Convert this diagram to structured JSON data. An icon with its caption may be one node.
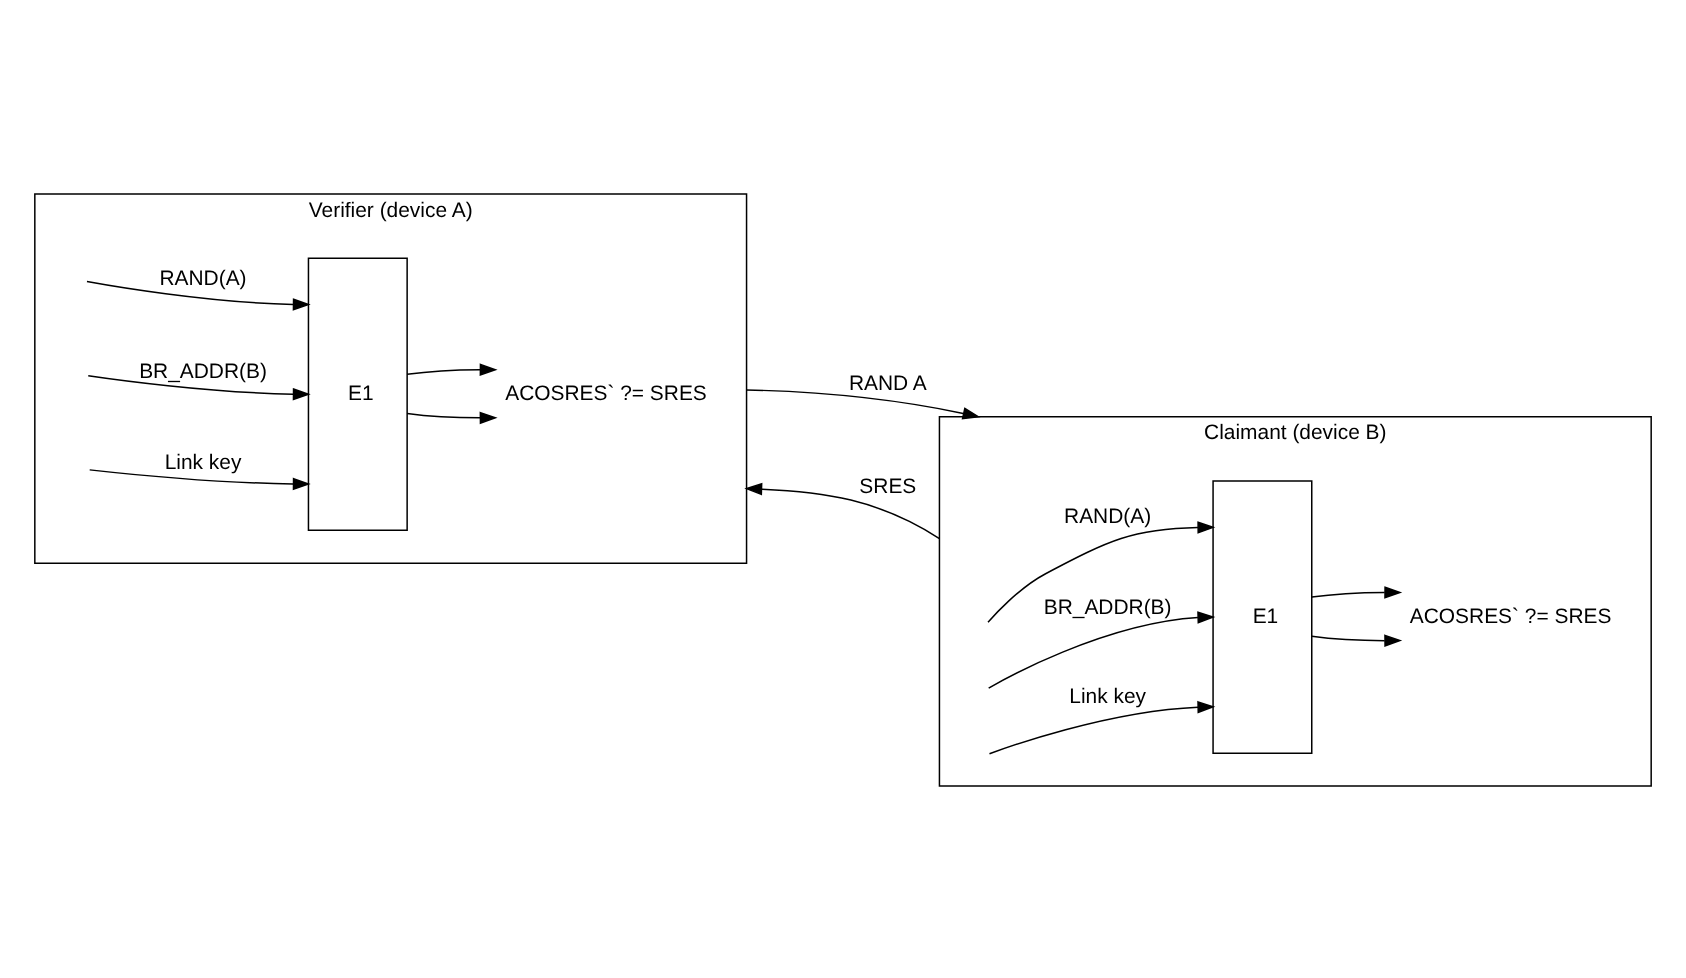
{
  "diagram": {
    "nodes": [
      {
        "text": [
          "Verifier (device A)"
        ]
      },
      {
        "text": [
          "E1"
        ],
        "in": 0
      },
      {
        "text": [
          "ACOSRES` ?= SRES"
        ],
        "in": 0
      },
      {
        "text": [
          "Claimant (device B)"
        ]
      },
      {
        "text": [
          "E1"
        ],
        "in": 3
      },
      {
        "text": [
          "ACOSRES` ?= SRES"
        ],
        "in": 3
      }
    ],
    "edges": [
      {
        "from": null,
        "to": 1,
        "arrow": "to",
        "label": "RAND(A)"
      },
      {
        "from": null,
        "to": 1,
        "arrow": "to",
        "label": "BR_ADDR(B)"
      },
      {
        "from": null,
        "to": 1,
        "arrow": "to",
        "label": "Link key"
      },
      {
        "from": 1,
        "to": 2,
        "arrow": "to"
      },
      {
        "from": 1,
        "to": 2,
        "arrow": "to"
      },
      {
        "from": 0,
        "to": 3,
        "arrow": "to",
        "label": "RAND A"
      },
      {
        "from": 3,
        "to": 0,
        "arrow": "to",
        "label": "SRES"
      },
      {
        "from": null,
        "to": 4,
        "arrow": "to",
        "label": "RAND(A)"
      },
      {
        "from": null,
        "to": 4,
        "arrow": "to",
        "label": "BR_ADDR(B)"
      },
      {
        "from": null,
        "to": 4,
        "arrow": "to",
        "label": "Link key"
      },
      {
        "from": 4,
        "to": 5,
        "arrow": "to"
      },
      {
        "from": 4,
        "to": 5,
        "arrow": "to"
      }
    ]
  }
}
